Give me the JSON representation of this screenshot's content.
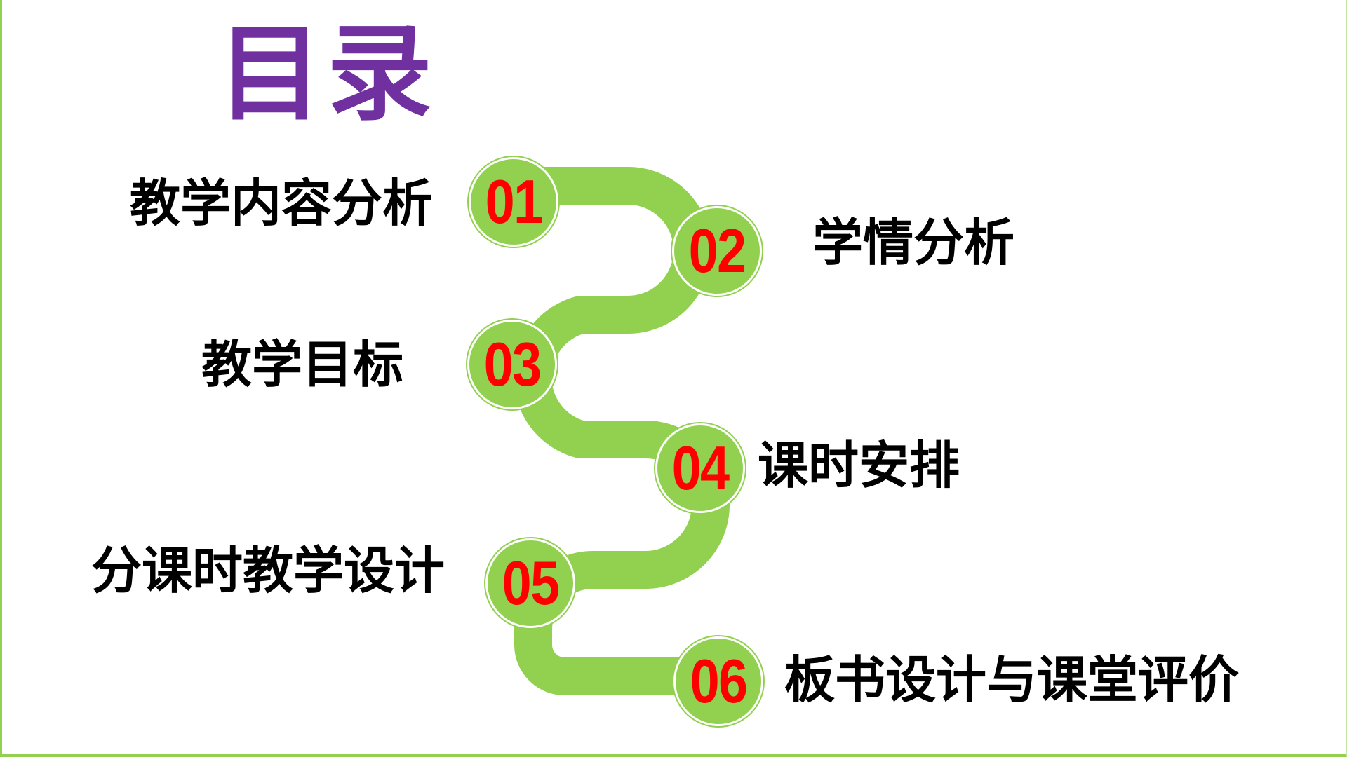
{
  "slide": {
    "title": "目录",
    "title_color": "#7030a0",
    "path_color": "#92d050",
    "number_color": "#ff0000",
    "items": [
      {
        "number": "01",
        "label": "教学内容分析"
      },
      {
        "number": "02",
        "label": "学情分析"
      },
      {
        "number": "03",
        "label": "教学目标"
      },
      {
        "number": "04",
        "label": "课时安排"
      },
      {
        "number": "05",
        "label": "分课时教学设计"
      },
      {
        "number": "06",
        "label": "板书设计与课堂评价"
      }
    ]
  }
}
